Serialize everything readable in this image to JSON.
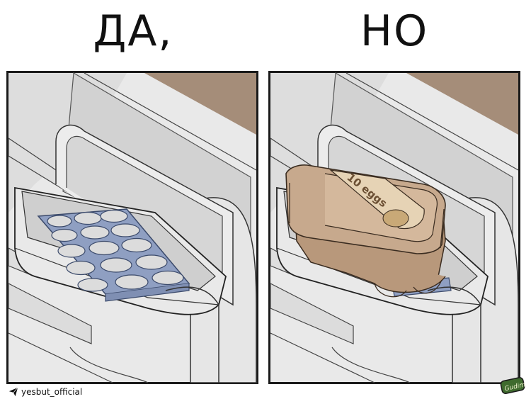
{
  "captions": {
    "left": "ДА,",
    "right": "НО"
  },
  "carton": {
    "label": "10 eggs"
  },
  "credit": {
    "handle": "yesbut_official",
    "icon": "paper-plane-icon"
  },
  "signature": {
    "text": "Gudim"
  },
  "colors": {
    "fridge_wall": "#e8e8e8",
    "fridge_shadow": "#cfcfcf",
    "shelf_interior": "#d9d9d9",
    "counter_brown": "#a58d79",
    "egg_tray_blue": "#8f9fc2",
    "carton_brown": "#c7a98d",
    "carton_label": "#e6d3b5"
  }
}
